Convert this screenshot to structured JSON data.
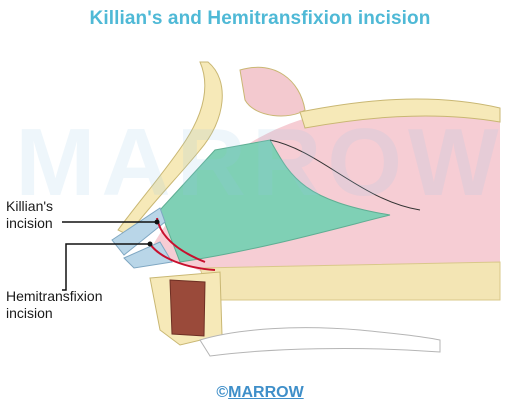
{
  "title": "Killian's and Hemitransfixion incision",
  "labels": {
    "killian": [
      "Killian's",
      "incision"
    ],
    "hemitransfixion": [
      "Hemitransfixion",
      "incision"
    ]
  },
  "watermark": "MARROW",
  "footer": {
    "copyright_symbol": "©",
    "brand": "MARROW"
  },
  "colors": {
    "title": "#4fb9d6",
    "septal_cartilage": "#7fd0b5",
    "incision": "#c8102e",
    "mucosa": "#f2c4cb",
    "bone": "#f6e9b8"
  }
}
